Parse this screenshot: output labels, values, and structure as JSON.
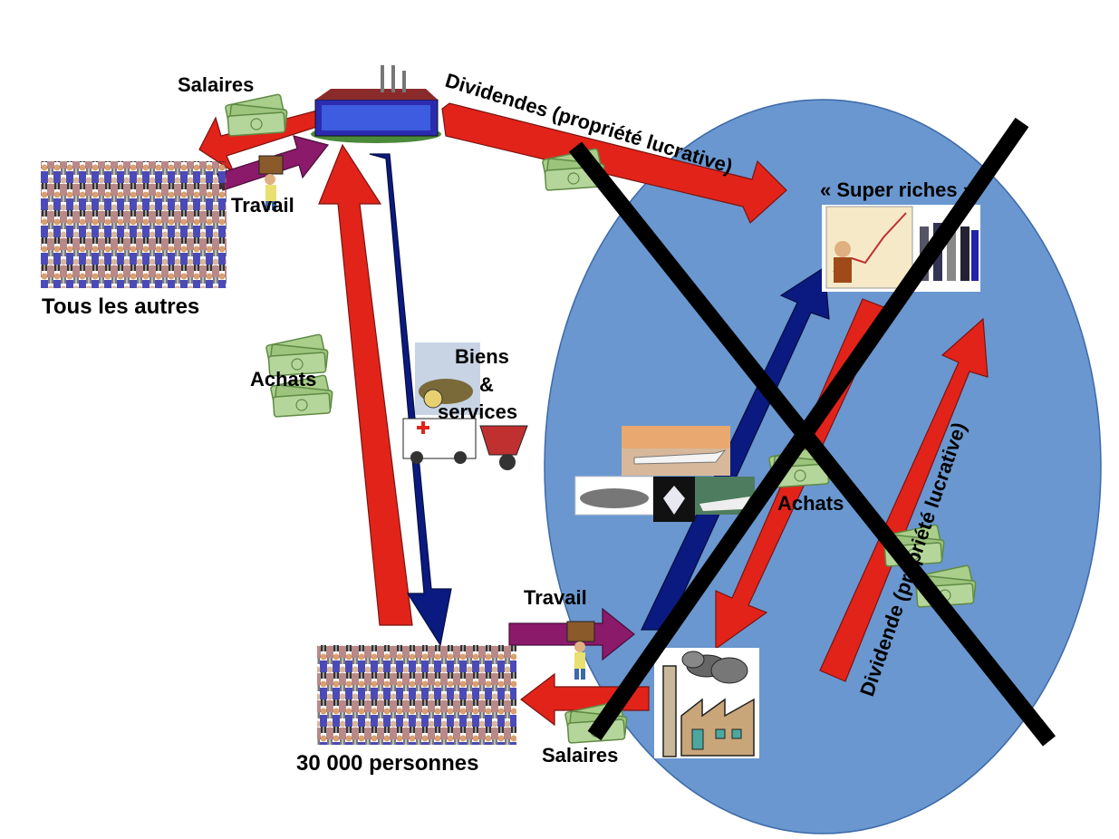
{
  "labels": {
    "salaires_top": "Salaires",
    "dividendes_top": "Dividendes (propriété lucrative)",
    "travail_top": "Travail",
    "tous_les_autres": "Tous les autres",
    "super_riches": "« Super riches »",
    "achats_left": "Achats",
    "biens_line1": "Biens",
    "biens_line2": "&",
    "biens_line3": "services",
    "achats_right": "Achats",
    "travail_bottom": "Travail",
    "salaires_bottom": "Salaires",
    "personnes": "30 000 personnes",
    "dividende_right": "Dividende (propriété lucrative)"
  },
  "colors": {
    "money_flow": "#e2231a",
    "goods_flow": "#0a1a80",
    "labor_flow": "#8b1a6b",
    "ellipse_fill": "#6a97cf",
    "cross": "#000000",
    "bill_green": "#8fbf6a"
  },
  "icons": {
    "factory_top": "factory-icon",
    "factory_bottom": "factory-icon",
    "crowd_large": "crowd-icon",
    "crowd_small": "crowd-icon",
    "super_rich": "rich-people-icon",
    "money": "money-stack-icon",
    "worker": "worker-carrying-box-icon",
    "luxury": "luxury-goods-icon",
    "goods": "goods-services-icon"
  }
}
